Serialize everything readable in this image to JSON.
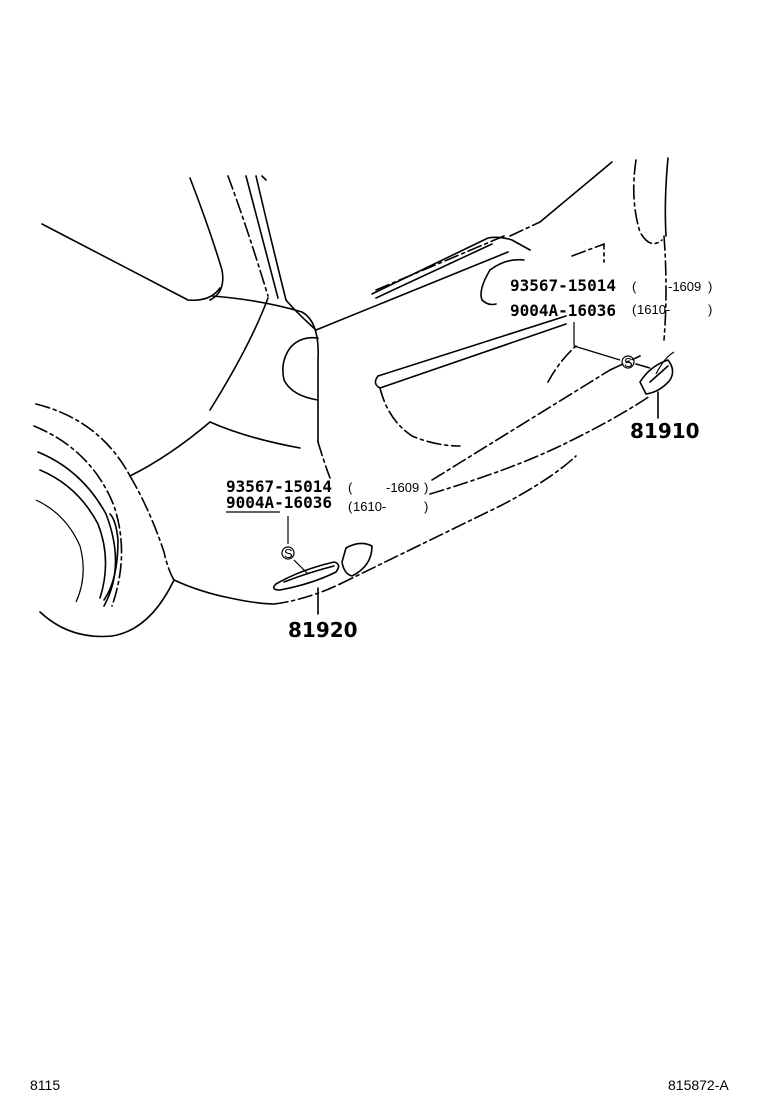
{
  "callouts": [
    {
      "part_a": "93567-15014",
      "range_a": "-1609",
      "part_b": "9004A-16036",
      "range_b": "1610-"
    },
    {
      "part_a": "93567-15014",
      "range_a": "-1609",
      "part_b": "9004A-16036",
      "range_b": "1610-"
    }
  ],
  "parts": {
    "right_reflector": "81910",
    "left_reflector": "81920"
  },
  "screw_symbol": "S",
  "footer": {
    "left": "8115",
    "right": "815872-A"
  }
}
